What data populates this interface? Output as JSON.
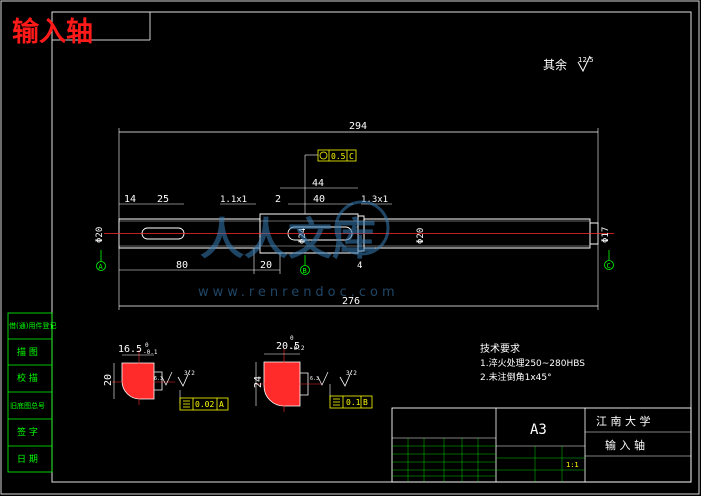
{
  "title": "输入轴",
  "surface_note": "其余",
  "surface_roughness": "12.5",
  "dims": {
    "overall_top": "294",
    "overall_bottom": "276",
    "d14": "14",
    "d25": "25",
    "d44": "44",
    "d40": "40",
    "d2": "2",
    "d4": "4",
    "d80": "80",
    "d20": "20",
    "chamfer_left": "1.1x1",
    "chamfer_right": "1.3x1",
    "dia_left": "Φ20",
    "dia_mid": "Φ24",
    "dia_right1": "Φ20",
    "dia_right2": "Φ17"
  },
  "datums": {
    "a": "A",
    "b": "B",
    "c": "C"
  },
  "tolerance_top": {
    "symbol": "◎",
    "value": "0.5",
    "datum": "C"
  },
  "section1": {
    "width": "16.5",
    "tol_upper": "0",
    "tol_lower": "-0.1",
    "height": "20",
    "rough": "3.2",
    "rough2": "6.3",
    "fcf_value": "0.02",
    "fcf_datum": "A"
  },
  "section2": {
    "width": "20.5",
    "tol_upper": "0",
    "tol_lower": "-0.2",
    "height": "24",
    "rough": "3.2",
    "rough2": "6.3",
    "fcf_value": "0.1",
    "fcf_datum": "B"
  },
  "tech": {
    "heading": "技术要求",
    "line1": "1.淬火处理250~280HBS",
    "line2": "2.未注倒角1x45°"
  },
  "watermark": "www.renrendoc.com",
  "left_panel": [
    "借(通)用件登记",
    "描 图",
    "校 描",
    "旧底图总号",
    "签 字",
    "日 期"
  ],
  "title_block": {
    "sheet": "A3",
    "school": "江 南 大 学",
    "part": "输 入 轴",
    "scale": "1:1"
  }
}
